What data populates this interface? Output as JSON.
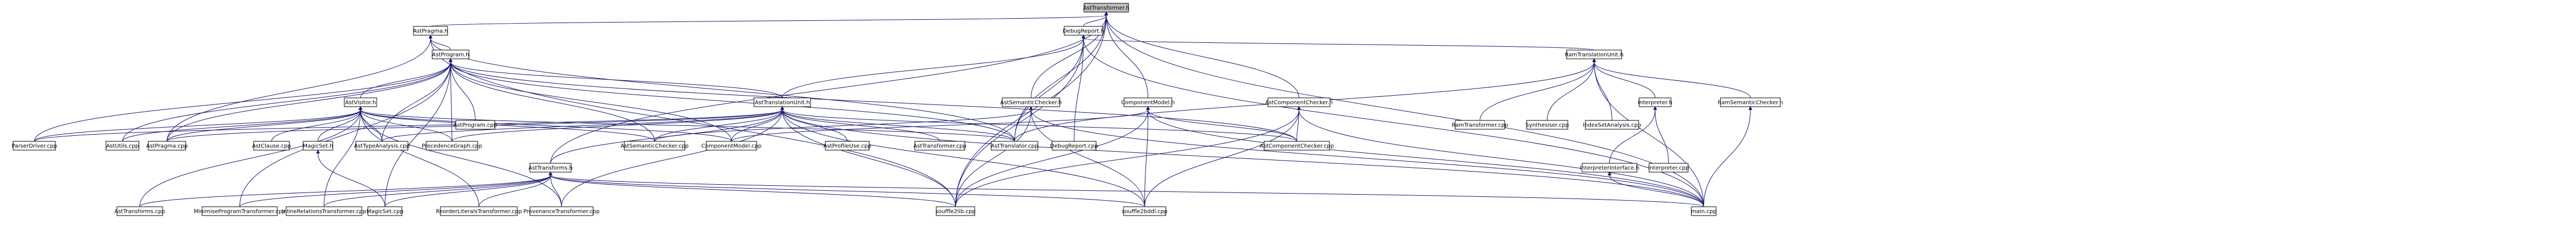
{
  "colors": {
    "edge": "#191970",
    "node_fill": "#ffffff",
    "root_fill": "#bfbfbf",
    "node_border": "#000000"
  },
  "diagram": {
    "root": "AstTransformer.h",
    "nodes": [
      {
        "id": "n_root",
        "label": "AstTransformer.h"
      },
      {
        "id": "n_astpragma_h",
        "label": "AstPragma.h"
      },
      {
        "id": "n_debugreport_h",
        "label": "DebugReport.h"
      },
      {
        "id": "n_astprogram_h",
        "label": "AstProgram.h"
      },
      {
        "id": "n_ramtu_h",
        "label": "RamTranslationUnit.h"
      },
      {
        "id": "n_astvisitor_h",
        "label": "AstVisitor.h"
      },
      {
        "id": "n_asttu_h",
        "label": "AstTranslationUnit.h"
      },
      {
        "id": "n_astsemchk_h",
        "label": "AstSemanticChecker.h"
      },
      {
        "id": "n_compmodel_h",
        "label": "ComponentModel.h"
      },
      {
        "id": "n_astcompchk_h",
        "label": "AstComponentChecker.h"
      },
      {
        "id": "n_interp_h",
        "label": "Interpreter.h"
      },
      {
        "id": "n_ramsemchk_h",
        "label": "RamSemanticChecker.h"
      },
      {
        "id": "n_parserdriver_cpp",
        "label": "ParserDriver.cpp"
      },
      {
        "id": "n_astutils_cpp",
        "label": "AstUtils.cpp"
      },
      {
        "id": "n_astpragma_cpp",
        "label": "AstPragma.cpp"
      },
      {
        "id": "n_astclause_cpp",
        "label": "AstClause.cpp"
      },
      {
        "id": "n_magicset_h",
        "label": "MagicSet.h"
      },
      {
        "id": "n_asttypeanalysis_cpp",
        "label": "AstTypeAnalysis.cpp"
      },
      {
        "id": "n_astprogram_cpp",
        "label": "AstProgram.cpp"
      },
      {
        "id": "n_precgraph_cpp",
        "label": "PrecedenceGraph.cpp"
      },
      {
        "id": "n_astsemchk_cpp",
        "label": "AstSemanticChecker.cpp"
      },
      {
        "id": "n_compmodel_cpp",
        "label": "ComponentModel.cpp"
      },
      {
        "id": "n_astprofileuse_cpp",
        "label": "AstProfileUse.cpp"
      },
      {
        "id": "n_asttransformer_cpp",
        "label": "AstTransformer.cpp"
      },
      {
        "id": "n_asttranslator_cpp",
        "label": "AstTranslator.cpp"
      },
      {
        "id": "n_debugreport_cpp",
        "label": "DebugReport.cpp"
      },
      {
        "id": "n_astcompchk_cpp",
        "label": "AstComponentChecker.cpp"
      },
      {
        "id": "n_ramtransformer_cpp",
        "label": "RamTransformer.cpp"
      },
      {
        "id": "n_synthesiser_cpp",
        "label": "Synthesiser.cpp"
      },
      {
        "id": "n_indexset_cpp",
        "label": "IndexSetAnalysis.cpp"
      },
      {
        "id": "n_interpiface_h",
        "label": "InterpreterInterface.h"
      },
      {
        "id": "n_interp_cpp",
        "label": "Interpreter.cpp"
      },
      {
        "id": "n_asttransforms_h",
        "label": "AstTransforms.h"
      },
      {
        "id": "n_asttransforms_cpp",
        "label": "AstTransforms.cpp"
      },
      {
        "id": "n_minprog_cpp",
        "label": "MinimiseProgramTransformer.cpp"
      },
      {
        "id": "n_inlinerel_cpp",
        "label": "InlineRelationsTransformer.cpp"
      },
      {
        "id": "n_magicset_cpp",
        "label": "MagicSet.cpp"
      },
      {
        "id": "n_reorderlit_cpp",
        "label": "ReorderLiteralsTransformer.cpp"
      },
      {
        "id": "n_provenance_cpp",
        "label": "ProvenanceTransformer.cpp"
      },
      {
        "id": "n_souffle_cpp",
        "label": "souffle2lib.cpp"
      },
      {
        "id": "n_souffleddl_cpp",
        "label": "souffle2bddl.cpp"
      },
      {
        "id": "n_main_cpp",
        "label": "main.cpp"
      }
    ]
  }
}
